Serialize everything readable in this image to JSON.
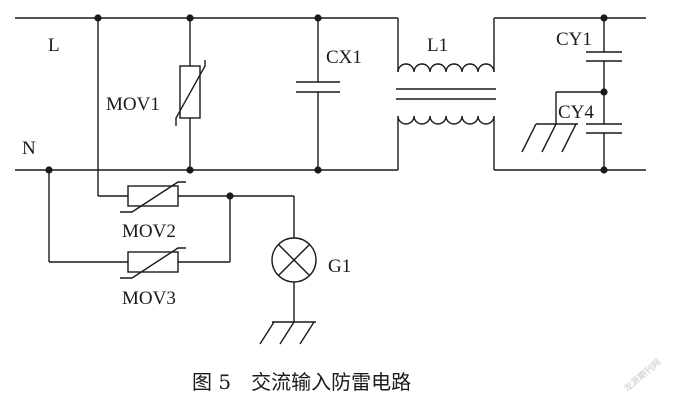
{
  "diagram": {
    "labels": {
      "L": "L",
      "N": "N",
      "MOV1": "MOV1",
      "MOV2": "MOV2",
      "MOV3": "MOV3",
      "CX1": "CX1",
      "L1": "L1",
      "CY1": "CY1",
      "CY4": "CY4",
      "G1": "G1"
    },
    "caption": "图 5　交流输入防雷电路",
    "watermark": "龙源期刊网"
  }
}
